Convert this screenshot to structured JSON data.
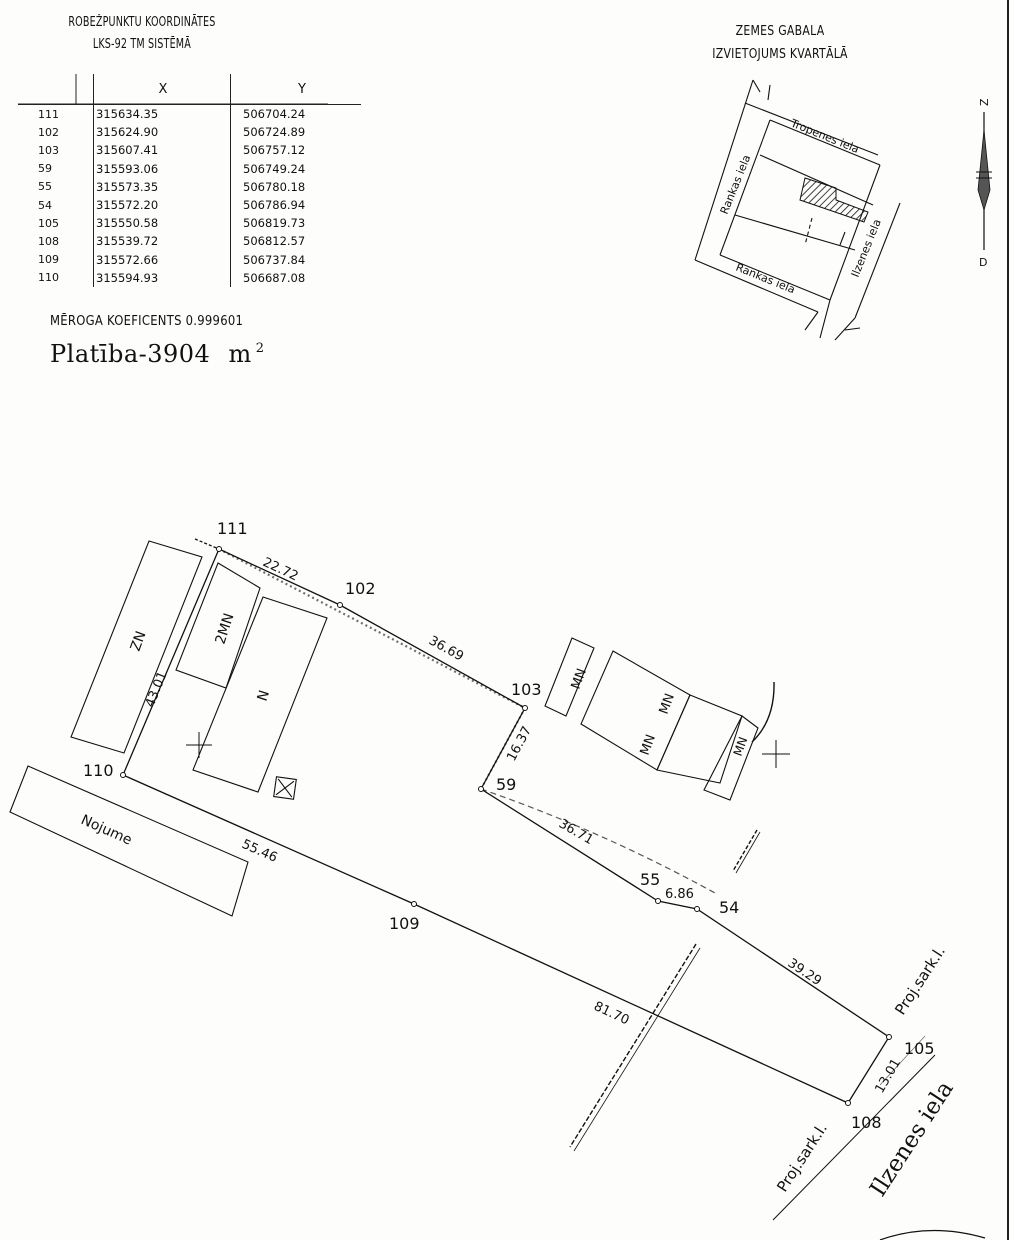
{
  "coordinates": {
    "title_line1": "ROBEŽPUNKTU KOORDINĀTES",
    "title_line2": "LKS-92 TM SISTĒMĀ",
    "col_x": "X",
    "col_y": "Y",
    "rows": [
      {
        "pt": "111",
        "x": "315634.35",
        "y": "506704.24"
      },
      {
        "pt": "102",
        "x": "315624.90",
        "y": "506724.89"
      },
      {
        "pt": "103",
        "x": "315607.41",
        "y": "506757.12"
      },
      {
        "pt": "59",
        "x": "315593.06",
        "y": "506749.24"
      },
      {
        "pt": "55",
        "x": "315573.35",
        "y": "506780.18"
      },
      {
        "pt": "54",
        "x": "315572.20",
        "y": "506786.94"
      },
      {
        "pt": "105",
        "x": "315550.58",
        "y": "506819.73"
      },
      {
        "pt": "108",
        "x": "315539.72",
        "y": "506812.57"
      },
      {
        "pt": "109",
        "x": "315572.66",
        "y": "506737.84"
      },
      {
        "pt": "110",
        "x": "315594.93",
        "y": "506687.08"
      }
    ]
  },
  "scale_text": "MĒROGA KOEFICENTS 0.999601",
  "area": {
    "label": "Platība-3904",
    "unit": "m",
    "exp": "2"
  },
  "location": {
    "title_line1": "ZEMES GABALA",
    "title_line2": "IZVIETOJUMS KVARTĀLĀ",
    "streets": {
      "tropenes": "Tropenes iela",
      "rankas_west": "Rankas iela",
      "rankas_south": "Rankas iela",
      "ilzenes": "Ilzenes iela"
    }
  },
  "north_arrow": {
    "top": "Z",
    "bottom": "D"
  },
  "points": {
    "p111": "111",
    "p102": "102",
    "p103": "103",
    "p59": "59",
    "p55": "55",
    "p54": "54",
    "p105": "105",
    "p108": "108",
    "p109": "109",
    "p110": "110"
  },
  "distances": {
    "d111_102": "22.72",
    "d102_103": "36.69",
    "d103_59": "16.37",
    "d59_55": "36.71",
    "d55_54": "6.86",
    "d54_105": "39.29",
    "d105_108": "13.01",
    "d108_110": "81.70",
    "d110_111": "43.01",
    "d110_109": "55.46"
  },
  "buildings": {
    "b2mn": "2MN",
    "bn": "N",
    "bzn": "ZN",
    "bmn1": "MN",
    "bmn2": "MN",
    "bmn3": "MN",
    "bmn4": "MN",
    "nojume": "Nojume"
  },
  "map_labels": {
    "proj_upper": "Proj.sark.l.",
    "proj_lower": "Proj.sark.l.",
    "street_ilzenes": "Ilzenes iela"
  }
}
